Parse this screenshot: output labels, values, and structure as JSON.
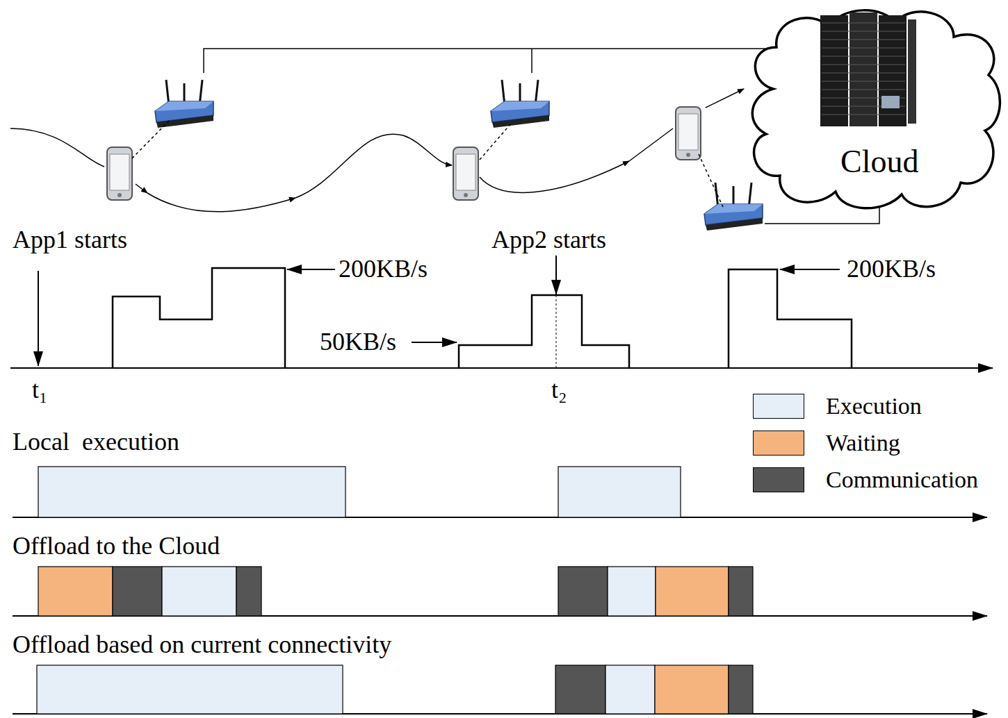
{
  "diagram": {
    "nodes": [
      {
        "text": [
          "Cloud"
        ]
      }
    ],
    "labels": [
      "App1 starts",
      "200KB/s",
      "App2 starts",
      "50KB/s",
      "200KB/s",
      "t₁",
      "t₂",
      "Local  execution",
      "Offload to the Cloud",
      "Offload based on current connectivity"
    ],
    "legend": [
      {
        "text": "Execution",
        "color": "#e6eef8"
      },
      {
        "text": "Waiting",
        "color": "#f5b47e"
      },
      {
        "text": "Communication",
        "color": "#555555"
      }
    ]
  }
}
